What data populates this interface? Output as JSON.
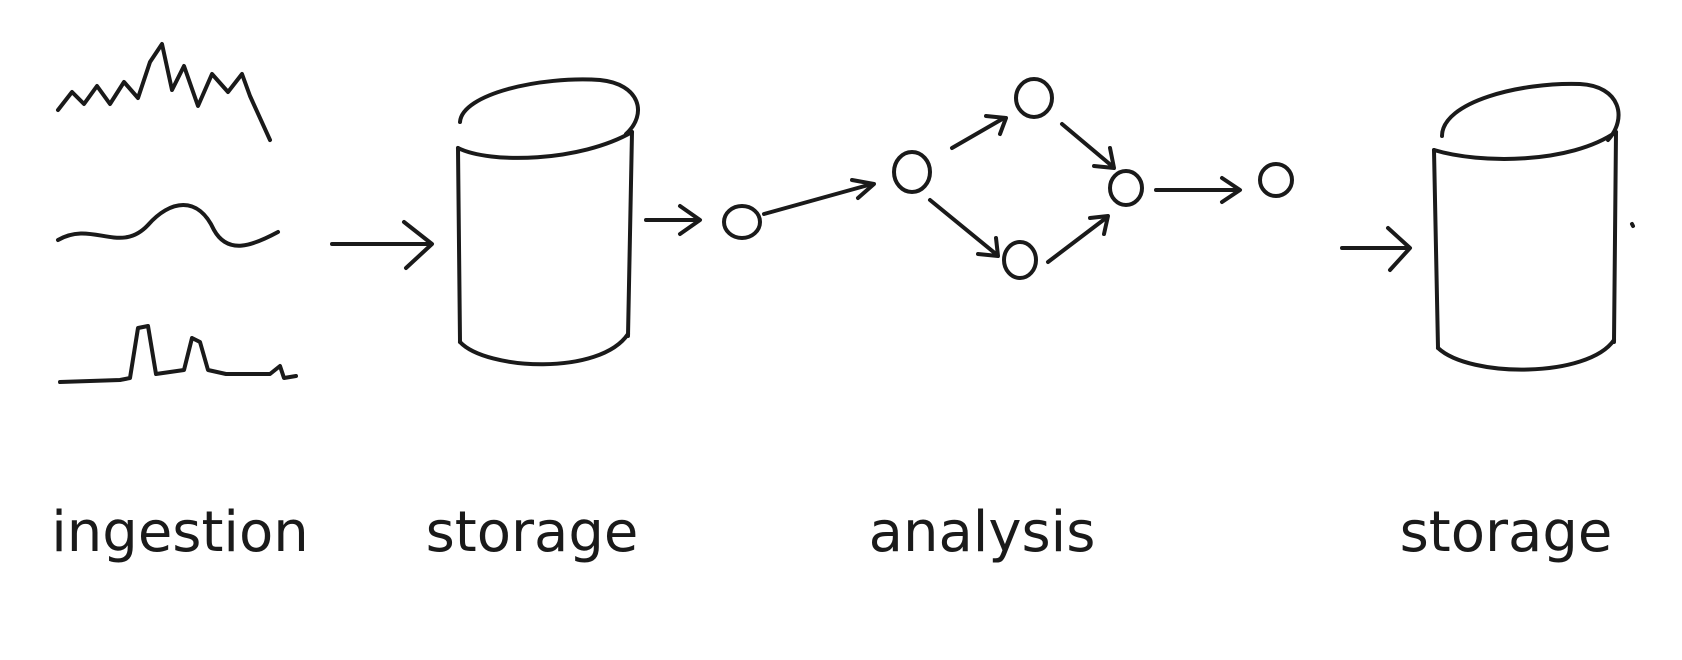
{
  "stages": [
    {
      "label": "ingestion"
    },
    {
      "label": "storage"
    },
    {
      "label": "analysis"
    },
    {
      "label": "storage"
    }
  ]
}
